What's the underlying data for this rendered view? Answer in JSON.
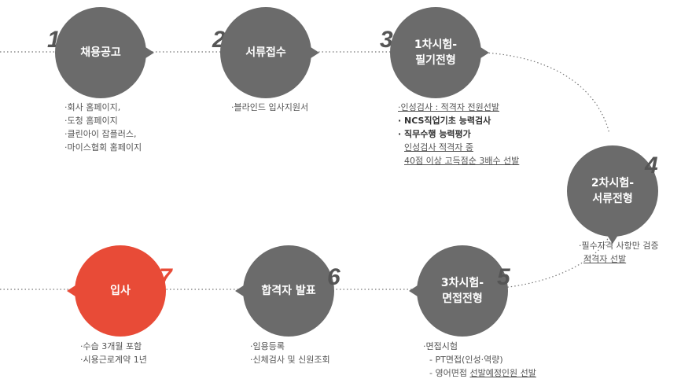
{
  "steps": [
    {
      "number": "1",
      "title": [
        "채용공고"
      ],
      "details": [
        "·회사 홈페이지,",
        "·도청 홈페이지",
        "·클린아이 잡플러스,",
        "·마이스협회 홈페이지"
      ]
    },
    {
      "number": "2",
      "title": [
        "서류접수"
      ],
      "details": [
        "·블라인드 입사지원서"
      ]
    },
    {
      "number": "3",
      "title": [
        "1차시험-",
        "필기전형"
      ],
      "details": [
        "·인성검사 : 적격자 전원선발",
        "· NCS직업기초 능력검사",
        "· 직무수행 능력평가",
        "인성검사 적격자 중",
        "40점 이상 고득점순 3배수 선발"
      ]
    },
    {
      "number": "4",
      "title": [
        "2차시험-",
        "서류전형"
      ],
      "details": [
        "·필수자격 사항만 검증",
        "적격자 선발"
      ]
    },
    {
      "number": "5",
      "title": [
        "3차시험-",
        "면접전형"
      ],
      "details": [
        "·면접시험",
        "- PT면접(인성·역량)",
        "- 영어면접 ",
        "선발예정인원 선발"
      ]
    },
    {
      "number": "6",
      "title": [
        "합격자 발표"
      ],
      "details": [
        "·임용등록",
        "·신체검사 및 신원조회"
      ]
    },
    {
      "number": "7",
      "title": [
        "입사"
      ],
      "details": [
        "·수습 3개월 포함",
        "·시용근로계약 1년"
      ]
    }
  ],
  "colors": {
    "circle": "#6b6b6b",
    "accent": "#e84b37",
    "text": "#555555",
    "line": "#777777"
  }
}
